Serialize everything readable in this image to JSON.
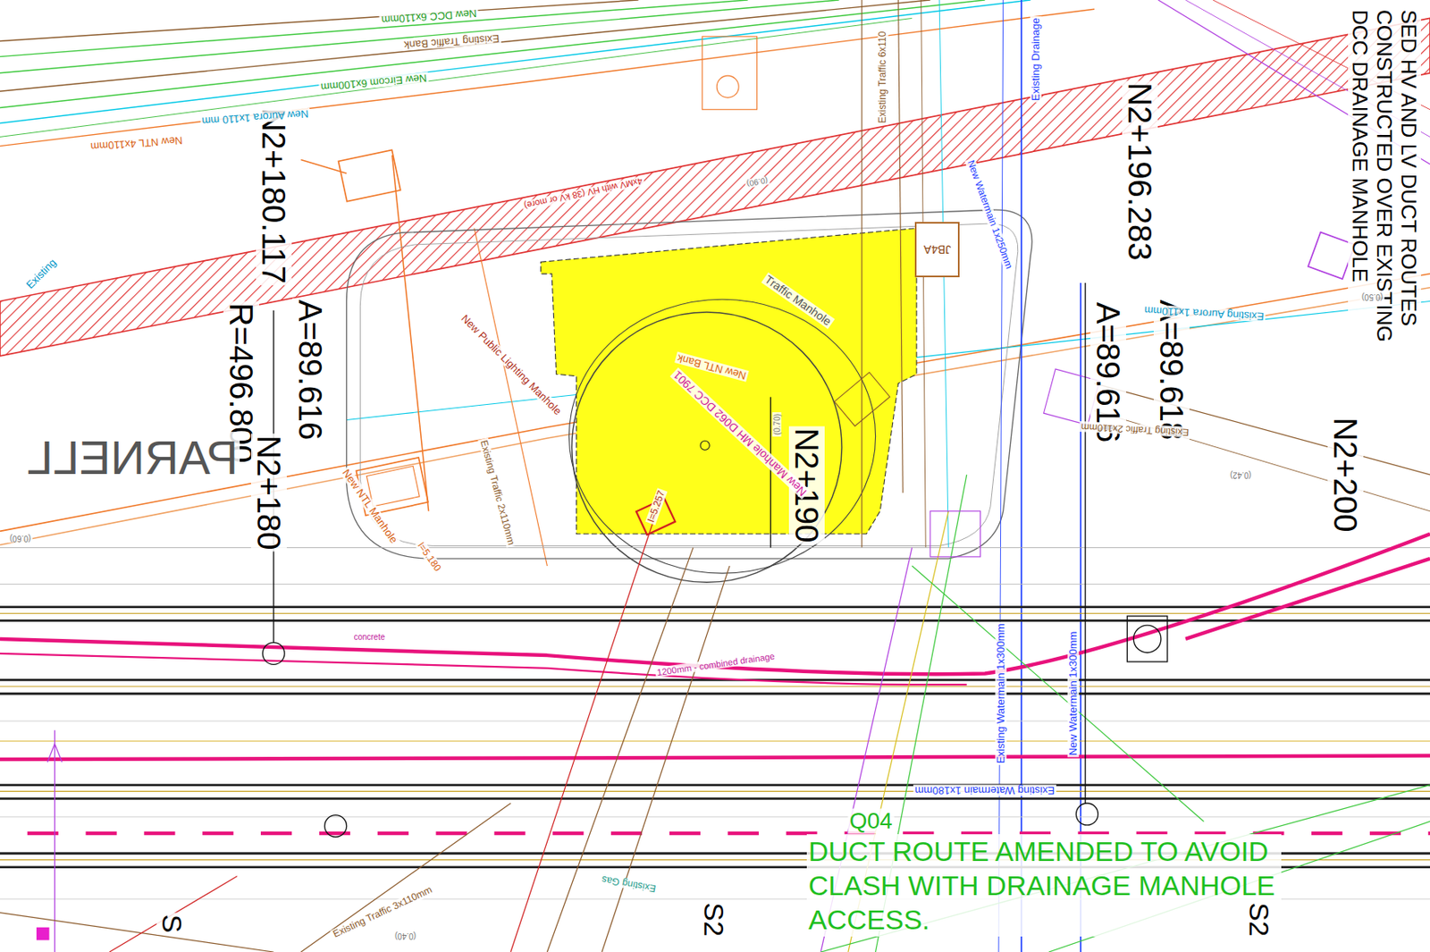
{
  "diagram": {
    "nodes": [
      {
        "text": [
          "JB4A"
        ]
      }
    ],
    "labels": [
      "N2+180.117",
      "A=89.616",
      "R=496.800",
      "N2+180",
      "N2+190",
      "N2+196.283",
      "A=89.616",
      "A=89.618",
      "N2+200",
      "PARNELL",
      "SED HV AND LV DUCT ROUTES CONSTRUCTED OVER EXISTING DCC DRAINAGE MANHOLE",
      "DUCT ROUTE AMENDED TO AVOID CLASH WITH DRAINAGE MANHOLE ACCESS.",
      "Q04",
      "S2",
      "S",
      "S2",
      "New DCC 6x110mm",
      "Existing Traffic Bank",
      "New Eircom 6x100mm",
      "New Aurora 1x110 mm",
      "New NTL 4x110mm",
      "4xMV with HV (38 kV or more)",
      "Traffic Manhole",
      "New NTL Bank",
      "New Manhole MH D062 DCC 7901",
      "New Public Lighting Manhole",
      "New NTL Manhole",
      "I=5.180",
      "I=5.257",
      "Existing Watermain 1x300mm",
      "New Watermain 1x300mm",
      "Existing Watermain 1x180mm",
      "Existing Aurora 1x110mm",
      "Existing Drainage",
      "New Watermain 1x250mm",
      "Existing Traffic 6x110",
      "Existing Traffic 2x110mm",
      "1200mm - combined drainage",
      "Existing Traffic 3x110mm",
      "Existing Gas",
      "Existing Traffic 2x110mm",
      "Existing",
      "concrete",
      "(0.90)",
      "(0.50)",
      "(0.60)",
      "(0.42)",
      "(0.40)",
      "(0.70)"
    ]
  }
}
